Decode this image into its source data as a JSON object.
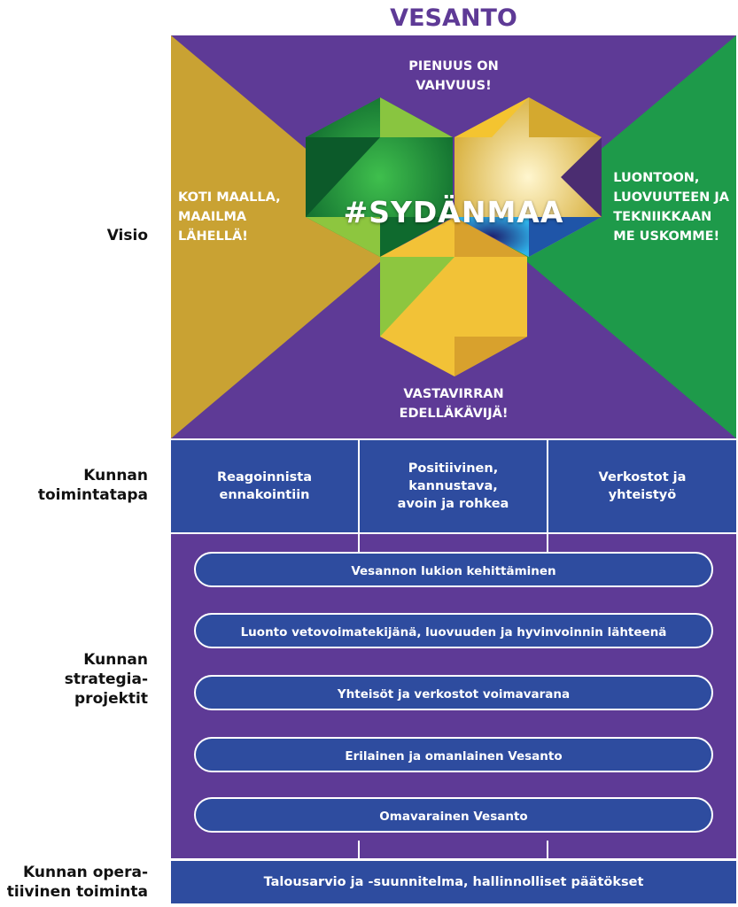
{
  "title": "VESANTO",
  "row_labels": {
    "visio": "Visio",
    "toimintatapa": "Kunnan\ntoimintatapa",
    "strategiaprojektit": "Kunnan\nstrategia-\nprojektit",
    "operatiivinen": "Kunnan opera-\ntiivinen toiminta"
  },
  "visio": {
    "hashtag": "#SYDÄNMAA",
    "top": "PIENUUS ON\nVAHVUUS!",
    "left": "KOTI MAALLA,\nMAAILMA\nLÄHELLÄ!",
    "right": "LUONTOON,\nLUOVUUTEEN JA\nTEKNIIKKAAN\nME USKOMME!",
    "bottom": "VASTAVIRRAN\nEDELLÄKÄVIJÄ!"
  },
  "toimintatapa": [
    "Reagoinnista\nennakointiin",
    "Positiivinen,\nkannustava,\navoin ja rohkea",
    "Verkostot ja\nyhteistyö"
  ],
  "strategiaprojektit": [
    "Vesannon lukion kehittäminen",
    "Luonto vetovoimatekijänä, luovuuden ja hyvinvoinnin lähteenä",
    "Yhteisöt ja verkostot voimavarana",
    "Erilainen ja omanlainen  Vesanto",
    "Omavarainen Vesanto"
  ],
  "operatiivinen": "Talousarvio ja -suunnitelma, hallinnolliset päätökset",
  "colors": {
    "purple": "#5e3a96",
    "blue": "#2e4c9f",
    "gold": "#c9a233",
    "green": "#1e9a4a"
  }
}
